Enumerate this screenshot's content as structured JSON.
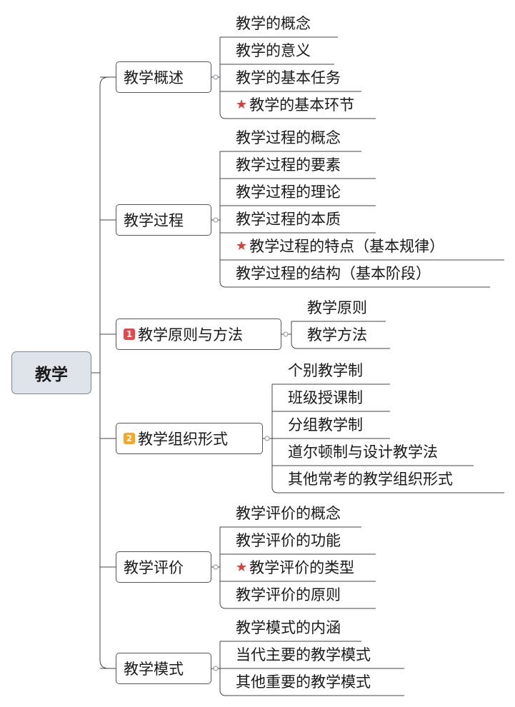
{
  "root": {
    "label": "教学"
  },
  "colors": {
    "badge_1": "#e8474b",
    "badge_2": "#f5a623",
    "star": "#e23b3b"
  },
  "branches": [
    {
      "label": "教学概述",
      "badge": "",
      "leaves": [
        {
          "label": "教学的概念",
          "star": false
        },
        {
          "label": "教学的意义",
          "star": false
        },
        {
          "label": "教学的基本任务",
          "star": false
        },
        {
          "label": "教学的基本环节",
          "star": true
        }
      ]
    },
    {
      "label": "教学过程",
      "badge": "",
      "leaves": [
        {
          "label": "教学过程的概念",
          "star": false
        },
        {
          "label": "教学过程的要素",
          "star": false
        },
        {
          "label": "教学过程的理论",
          "star": false
        },
        {
          "label": "教学过程的本质",
          "star": false
        },
        {
          "label": "教学过程的特点（基本规律）",
          "star": true
        },
        {
          "label": "教学过程的结构（基本阶段）",
          "star": false
        }
      ]
    },
    {
      "label": "教学原则与方法",
      "badge": "1",
      "leaves": [
        {
          "label": "教学原则",
          "star": false
        },
        {
          "label": "教学方法",
          "star": false
        }
      ]
    },
    {
      "label": "教学组织形式",
      "badge": "2",
      "leaves": [
        {
          "label": "个别教学制",
          "star": false
        },
        {
          "label": "班级授课制",
          "star": false
        },
        {
          "label": "分组教学制",
          "star": false
        },
        {
          "label": "道尔顿制与设计教学法",
          "star": false
        },
        {
          "label": "其他常考的教学组织形式",
          "star": false
        }
      ]
    },
    {
      "label": "教学评价",
      "badge": "",
      "leaves": [
        {
          "label": "教学评价的概念",
          "star": false
        },
        {
          "label": "教学评价的功能",
          "star": false
        },
        {
          "label": "教学评价的类型",
          "star": true
        },
        {
          "label": "教学评价的原则",
          "star": false
        }
      ]
    },
    {
      "label": "教学模式",
      "badge": "",
      "leaves": [
        {
          "label": "教学模式的内涵",
          "star": false
        },
        {
          "label": "当代主要的教学模式",
          "star": false
        },
        {
          "label": "其他重要的教学模式",
          "star": false
        }
      ]
    }
  ]
}
